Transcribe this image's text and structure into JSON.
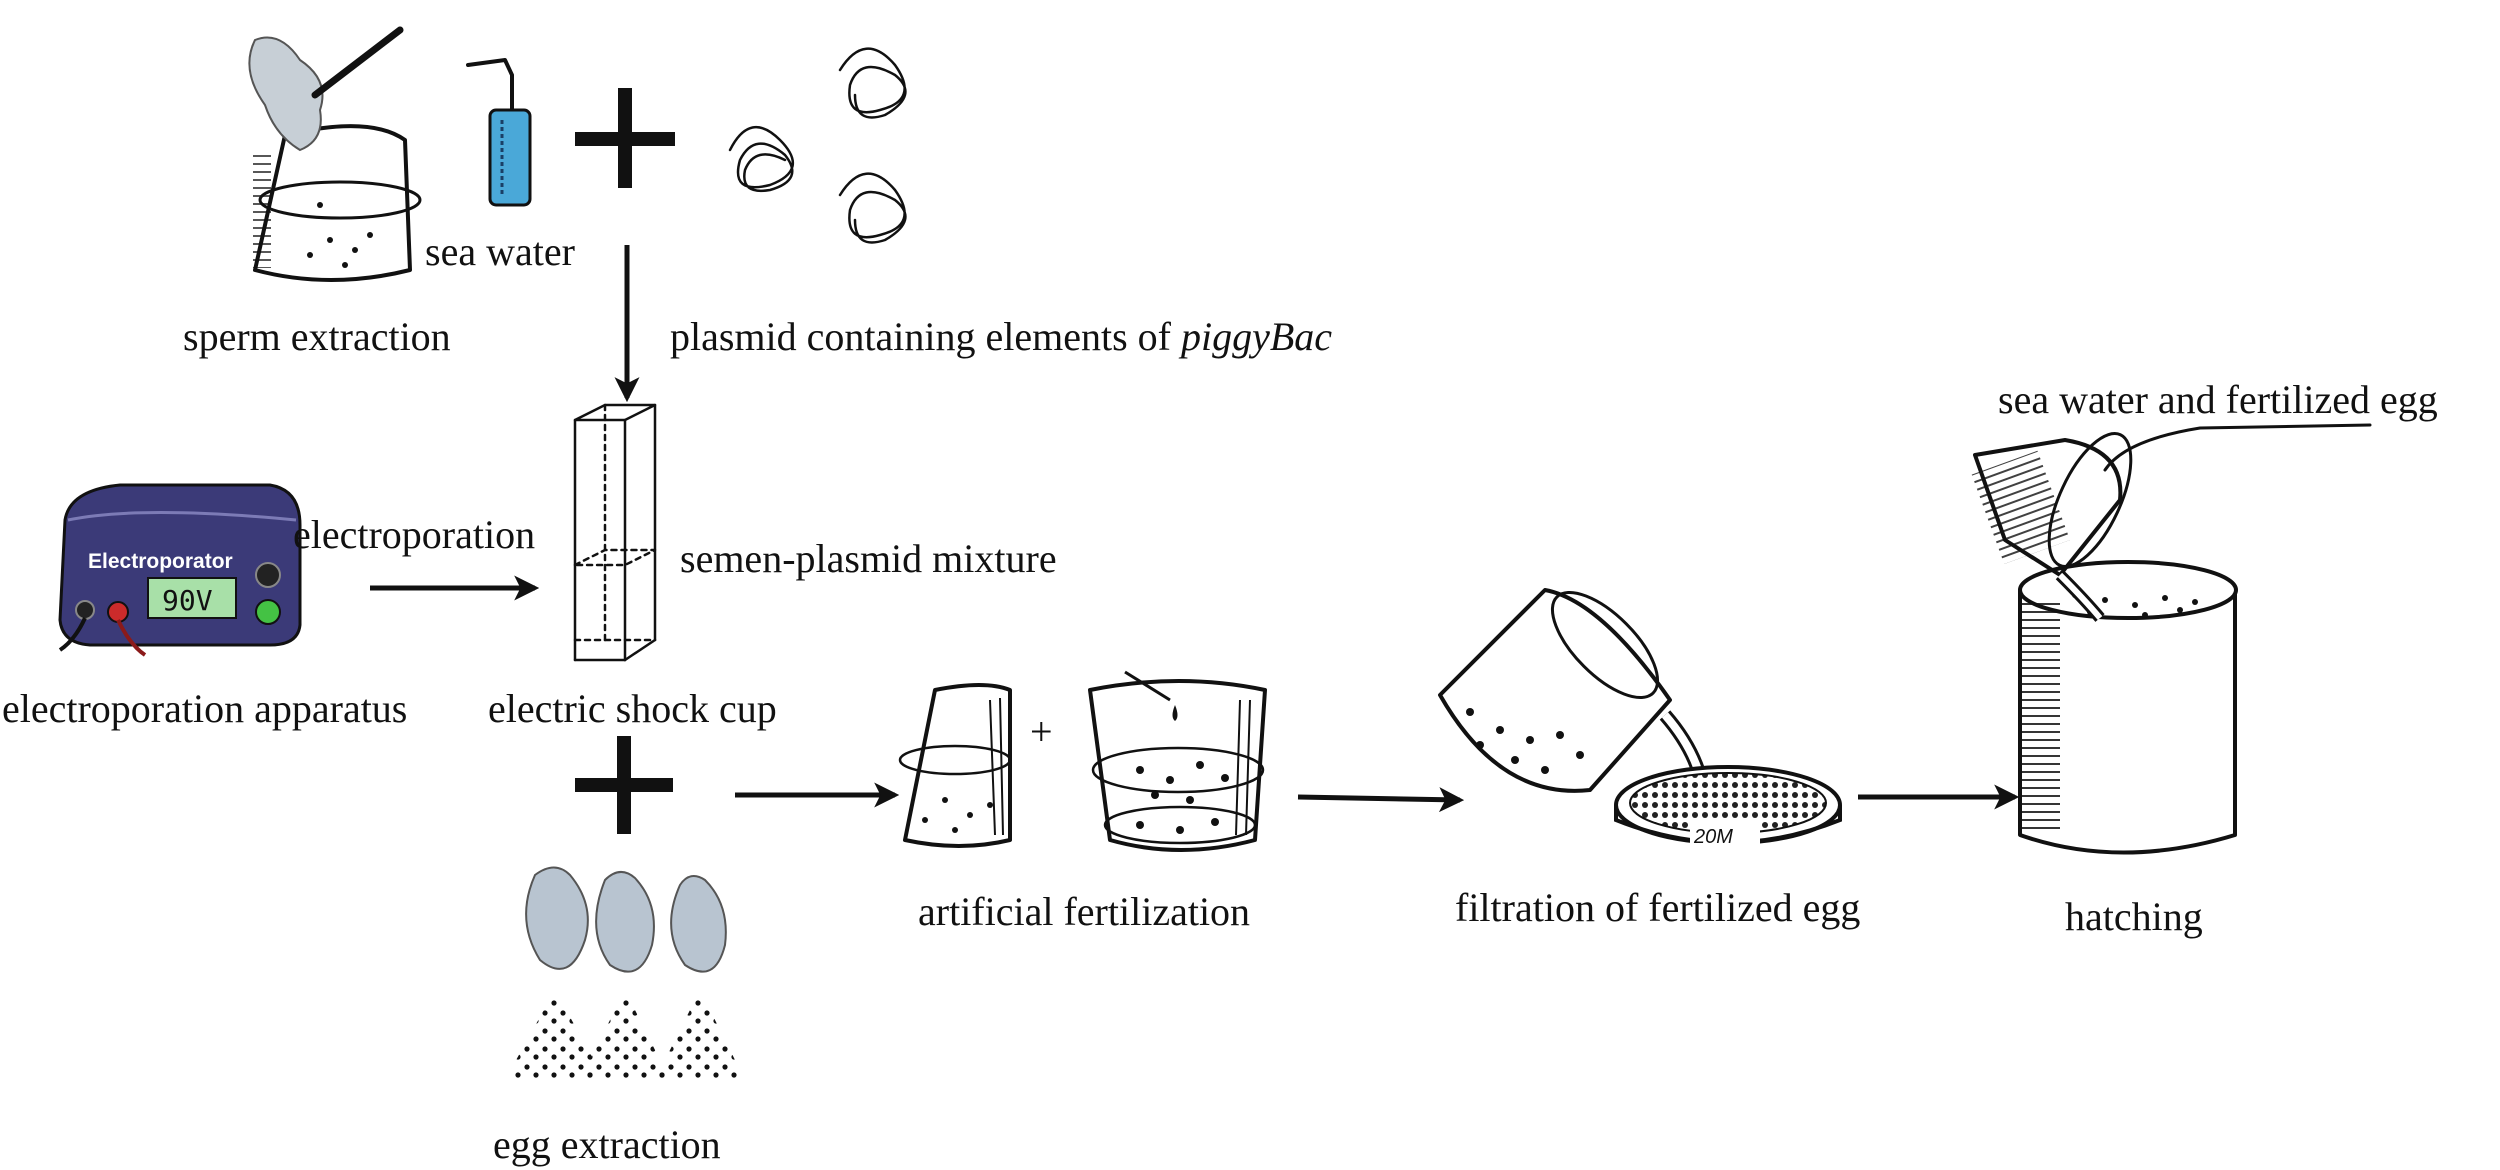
{
  "labels": {
    "sea_water": "sea water",
    "sperm_extraction": "sperm extraction",
    "plasmid_prefix": "plasmid containing elements of ",
    "plasmid_italic": "piggyBac",
    "electroporation": "electroporation",
    "semen_plasmid": "semen-plasmid mixture",
    "electroporation_apparatus": "electroporation apparatus",
    "electric_shock_cup": "electric shock cup",
    "egg_extraction": "egg extraction",
    "artificial_fertilization": "artificial  fertilization",
    "filtration": "filtration of  fertilized egg",
    "hatching": "hatching",
    "sea_water_fertilized": "sea water and fertilized egg"
  },
  "device": {
    "brand": "Electroporator",
    "display": "90V"
  },
  "filter_mark": "20M",
  "colors": {
    "device_body": "#3b3a78",
    "display": "#a8e0a8",
    "bottle": "#4aa8d8",
    "oyster": "#b8c4d0",
    "button_red": "#cc2b2b",
    "button_green": "#44c244"
  }
}
